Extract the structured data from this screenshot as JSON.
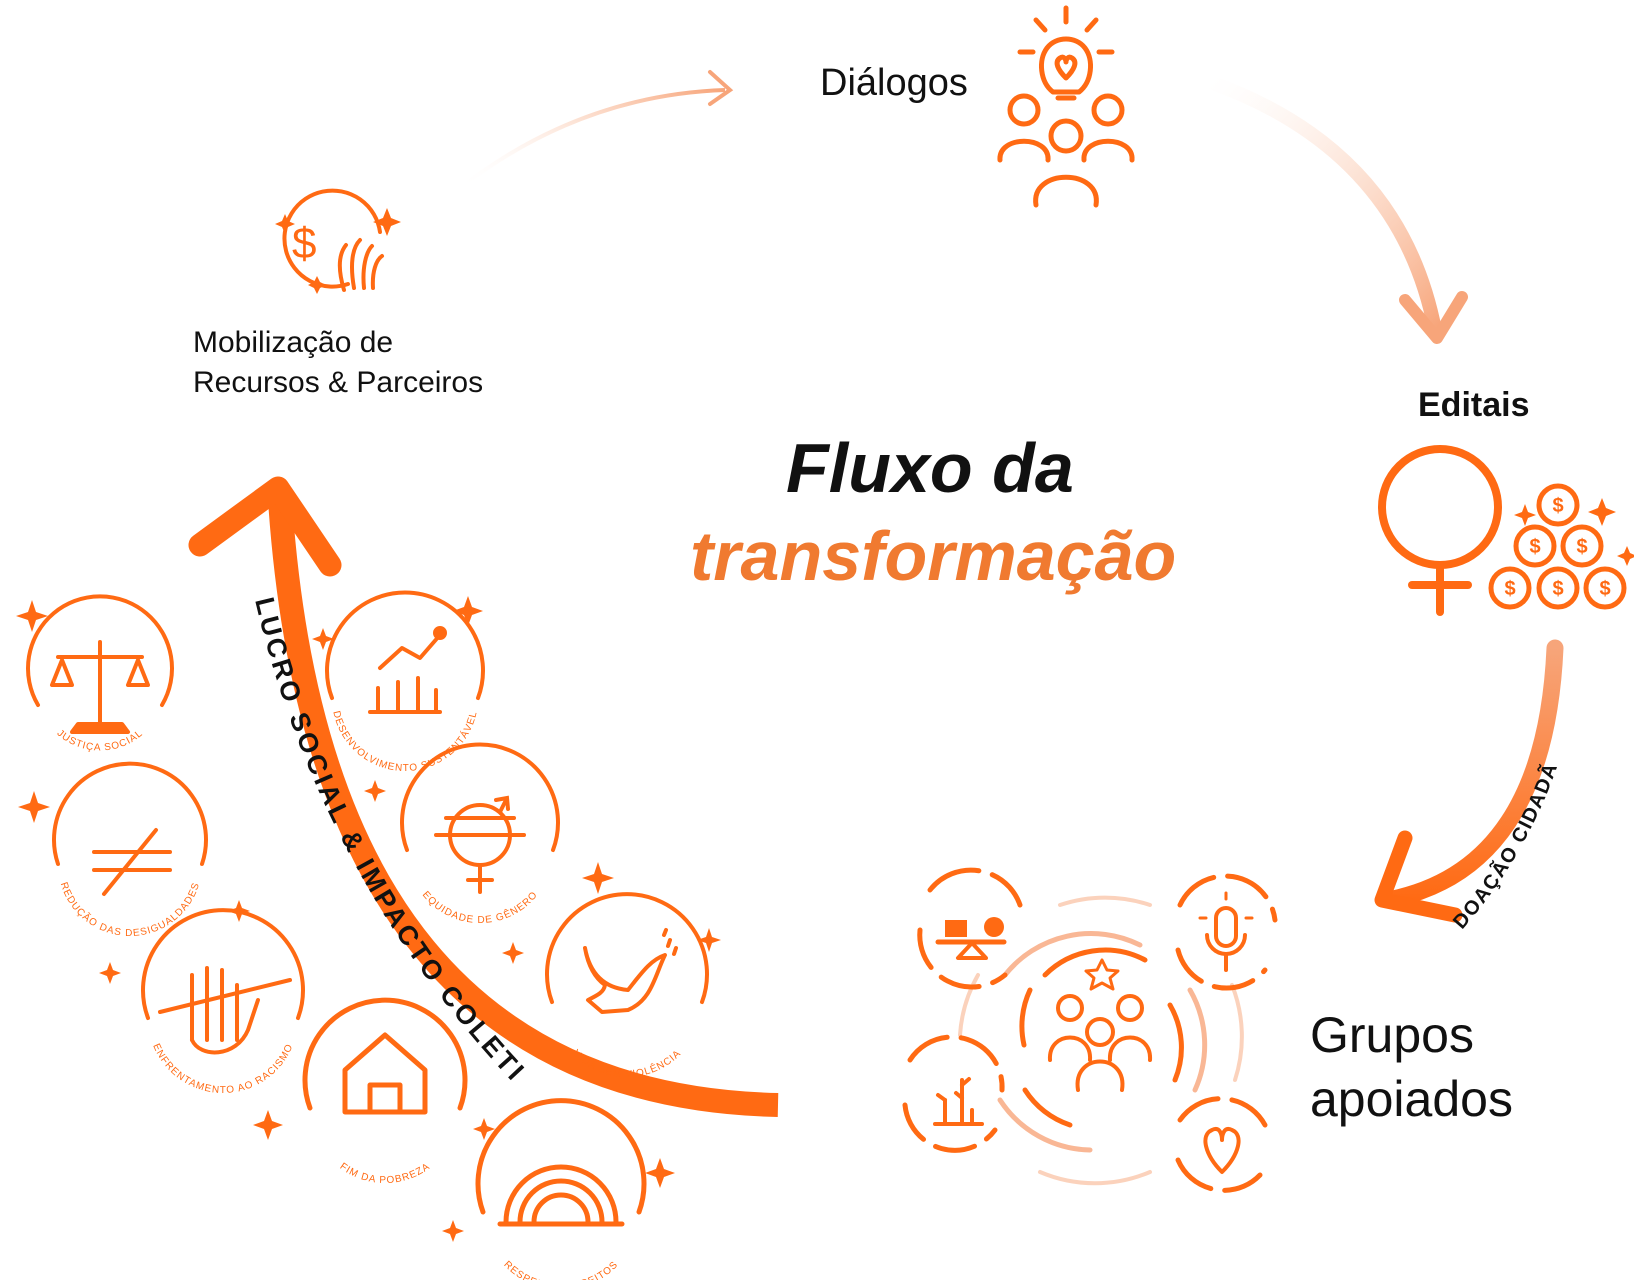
{
  "colors": {
    "accent": "#ff6a13",
    "accent_light": "#f7a57a",
    "text": "#111111"
  },
  "title": {
    "line1": "Fluxo da",
    "line2": "transformação"
  },
  "steps": {
    "dialogos": {
      "label": "Diálogos",
      "icon": "lightbulb-heart-people-icon"
    },
    "mobilizacao": {
      "line1": "Mobilização de",
      "line2": "Recursos & Parceiros",
      "icon": "hand-coin-icon"
    },
    "editais": {
      "label": "Editais",
      "icon": "female-symbol-coins-icon"
    },
    "grupos": {
      "line1": "Grupos",
      "line2": "apoiados",
      "icon": "community-cluster-icon"
    }
  },
  "arrow_labels": {
    "doacao": "DOAÇÃO CIDADÃ",
    "lucro": "LUCRO SOCIAL & IMPACTO COLETIVO"
  },
  "impacts": [
    {
      "label": "JUSTIÇA SOCIAL",
      "icon": "scales-icon"
    },
    {
      "label": "DESENVOLVIMENTO SUSTENTÁVEL",
      "icon": "growth-chart-icon"
    },
    {
      "label": "REDUÇÃO DAS DESIGUALDADES",
      "icon": "not-equal-icon"
    },
    {
      "label": "EQUIDADE DE GÊNERO",
      "icon": "gender-symbol-icon"
    },
    {
      "label": "ENFRENTAMENTO AO RACISMO",
      "icon": "raised-hand-icon"
    },
    {
      "label": "VIDA SEM VIOLÊNCIA",
      "icon": "dove-icon"
    },
    {
      "label": "FIM DA POBREZA",
      "icon": "house-icon"
    },
    {
      "label": "RESPEITO & DIREITOS",
      "icon": "rainbow-icon"
    }
  ]
}
